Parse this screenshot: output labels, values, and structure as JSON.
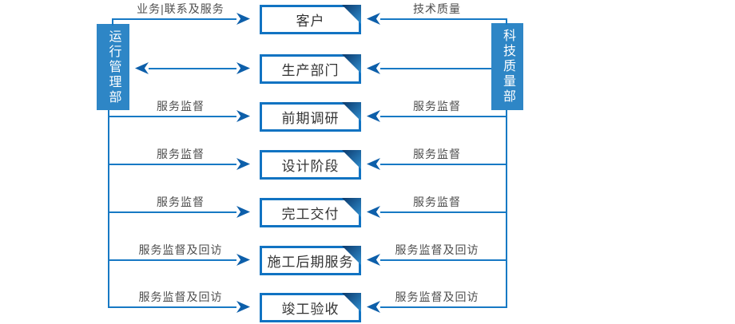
{
  "diagram_title": "service-supervision-flow",
  "left_bar": {
    "label": "运行管理部"
  },
  "right_bar": {
    "label": "科技质量部"
  },
  "rows": [
    {
      "box": "客户",
      "left_label": "业务|联系及服务",
      "right_label": "技术质量"
    },
    {
      "box": "生产部门",
      "left_label": "",
      "right_label": ""
    },
    {
      "box": "前期调研",
      "left_label": "服务监督",
      "right_label": "服务监督"
    },
    {
      "box": "设计阶段",
      "left_label": "服务监督",
      "right_label": "服务监督"
    },
    {
      "box": "完工交付",
      "left_label": "服务监督",
      "right_label": "服务监督"
    },
    {
      "box": "施工后期服务",
      "left_label": "服务监督及回访",
      "right_label": "服务监督及回访"
    },
    {
      "box": "竣工验收",
      "left_label": "服务监督及回访",
      "right_label": "服务监督及回访"
    }
  ],
  "colors": {
    "bar_blue": "#2E86C6",
    "box_border_blue": "#1173C2",
    "line_blue": "#1779C4",
    "arrow_blue": "#0D5FAA",
    "fold_dark": "#0C3C6F",
    "fold_light": "#2F8CCD",
    "label_gray": "#4D4D4D",
    "box_text": "#333333"
  }
}
